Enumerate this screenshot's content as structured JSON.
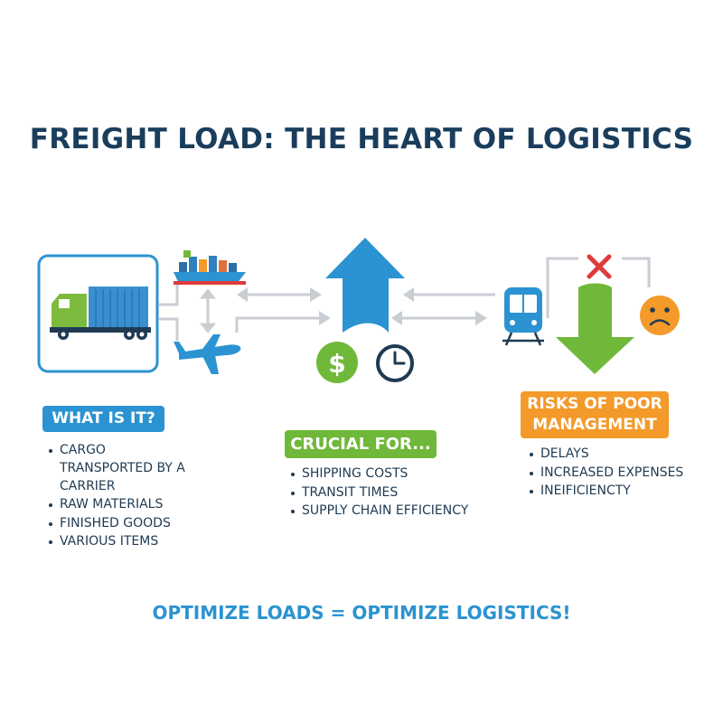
{
  "title": "FREIGHT LOAD: THE HEART OF LOGISTICS",
  "sections": {
    "what": {
      "heading": "WHAT IS IT?",
      "items": [
        "CARGO TRANSPORTED BY A CARRIER",
        "RAW MATERIALS",
        "FINISHED GOODS",
        "VARIOUS ITEMS"
      ]
    },
    "crucial": {
      "heading": "CRUCIAL FOR...",
      "items": [
        "SHIPPING COSTS",
        "TRANSIT TIMES",
        "SUPPLY CHAIN EFFICIENCY"
      ]
    },
    "risks": {
      "heading_line1": "RISKS OF POOR",
      "heading_line2": "MANAGEMENT",
      "items": [
        "DELAYS",
        "INCREASED EXPENSES",
        "INEIFICIENCTY"
      ]
    }
  },
  "tagline": "OPTIMIZE LOADS = OPTIMIZE LOGISTICS!",
  "icons": {
    "truck": "truck-icon",
    "ship": "cargo-ship-icon",
    "plane": "airplane-icon",
    "train": "train-icon",
    "dollar": "dollar-coin-icon",
    "clock": "clock-icon",
    "up_arrow": "up-arrow-icon",
    "down_arrow": "down-arrow-icon",
    "x_mark": "x-mark-icon",
    "sad_face": "sad-face-icon",
    "dollar_symbol": "$"
  },
  "colors": {
    "title": "#1a3d5c",
    "blue": "#2b93d1",
    "green": "#6fb83a",
    "orange": "#f39a2a",
    "red": "#e03a3a",
    "gray_arrow": "#c9ced3"
  }
}
